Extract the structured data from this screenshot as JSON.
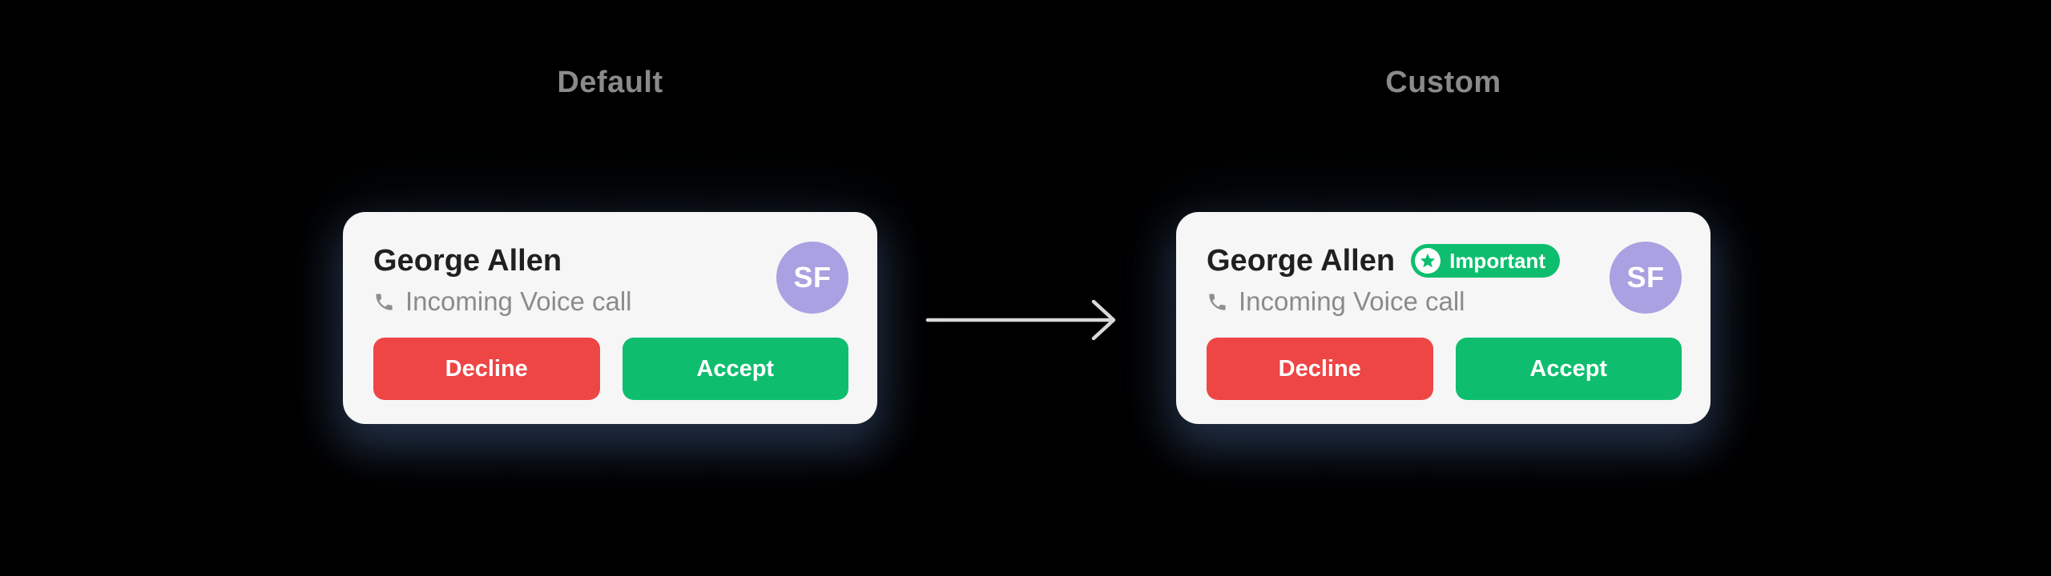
{
  "background": "#000000",
  "panels": [
    {
      "title": "Default",
      "card": {
        "caller_name": "George Allen",
        "call_type": "Incoming Voice call",
        "avatar_initials": "SF",
        "decline_label": "Decline",
        "accept_label": "Accept"
      }
    },
    {
      "title": "Custom",
      "card": {
        "caller_name": "George Allen",
        "badge_label": "Important",
        "call_type": "Incoming Voice call",
        "avatar_initials": "SF",
        "decline_label": "Decline",
        "accept_label": "Accept"
      }
    }
  ],
  "arrow": {
    "direction": "right"
  },
  "colors": {
    "decline_button": "#EE4545",
    "accept_button": "#0EBE6E",
    "badge": "#0EBE6E",
    "avatar": "#A9A1E1",
    "card_background": "#F6F6F6",
    "title_text": "#8A8A8A",
    "subtitle_text": "#8B8B8B",
    "name_text": "#202020",
    "arrow": "#D9D9D9"
  }
}
